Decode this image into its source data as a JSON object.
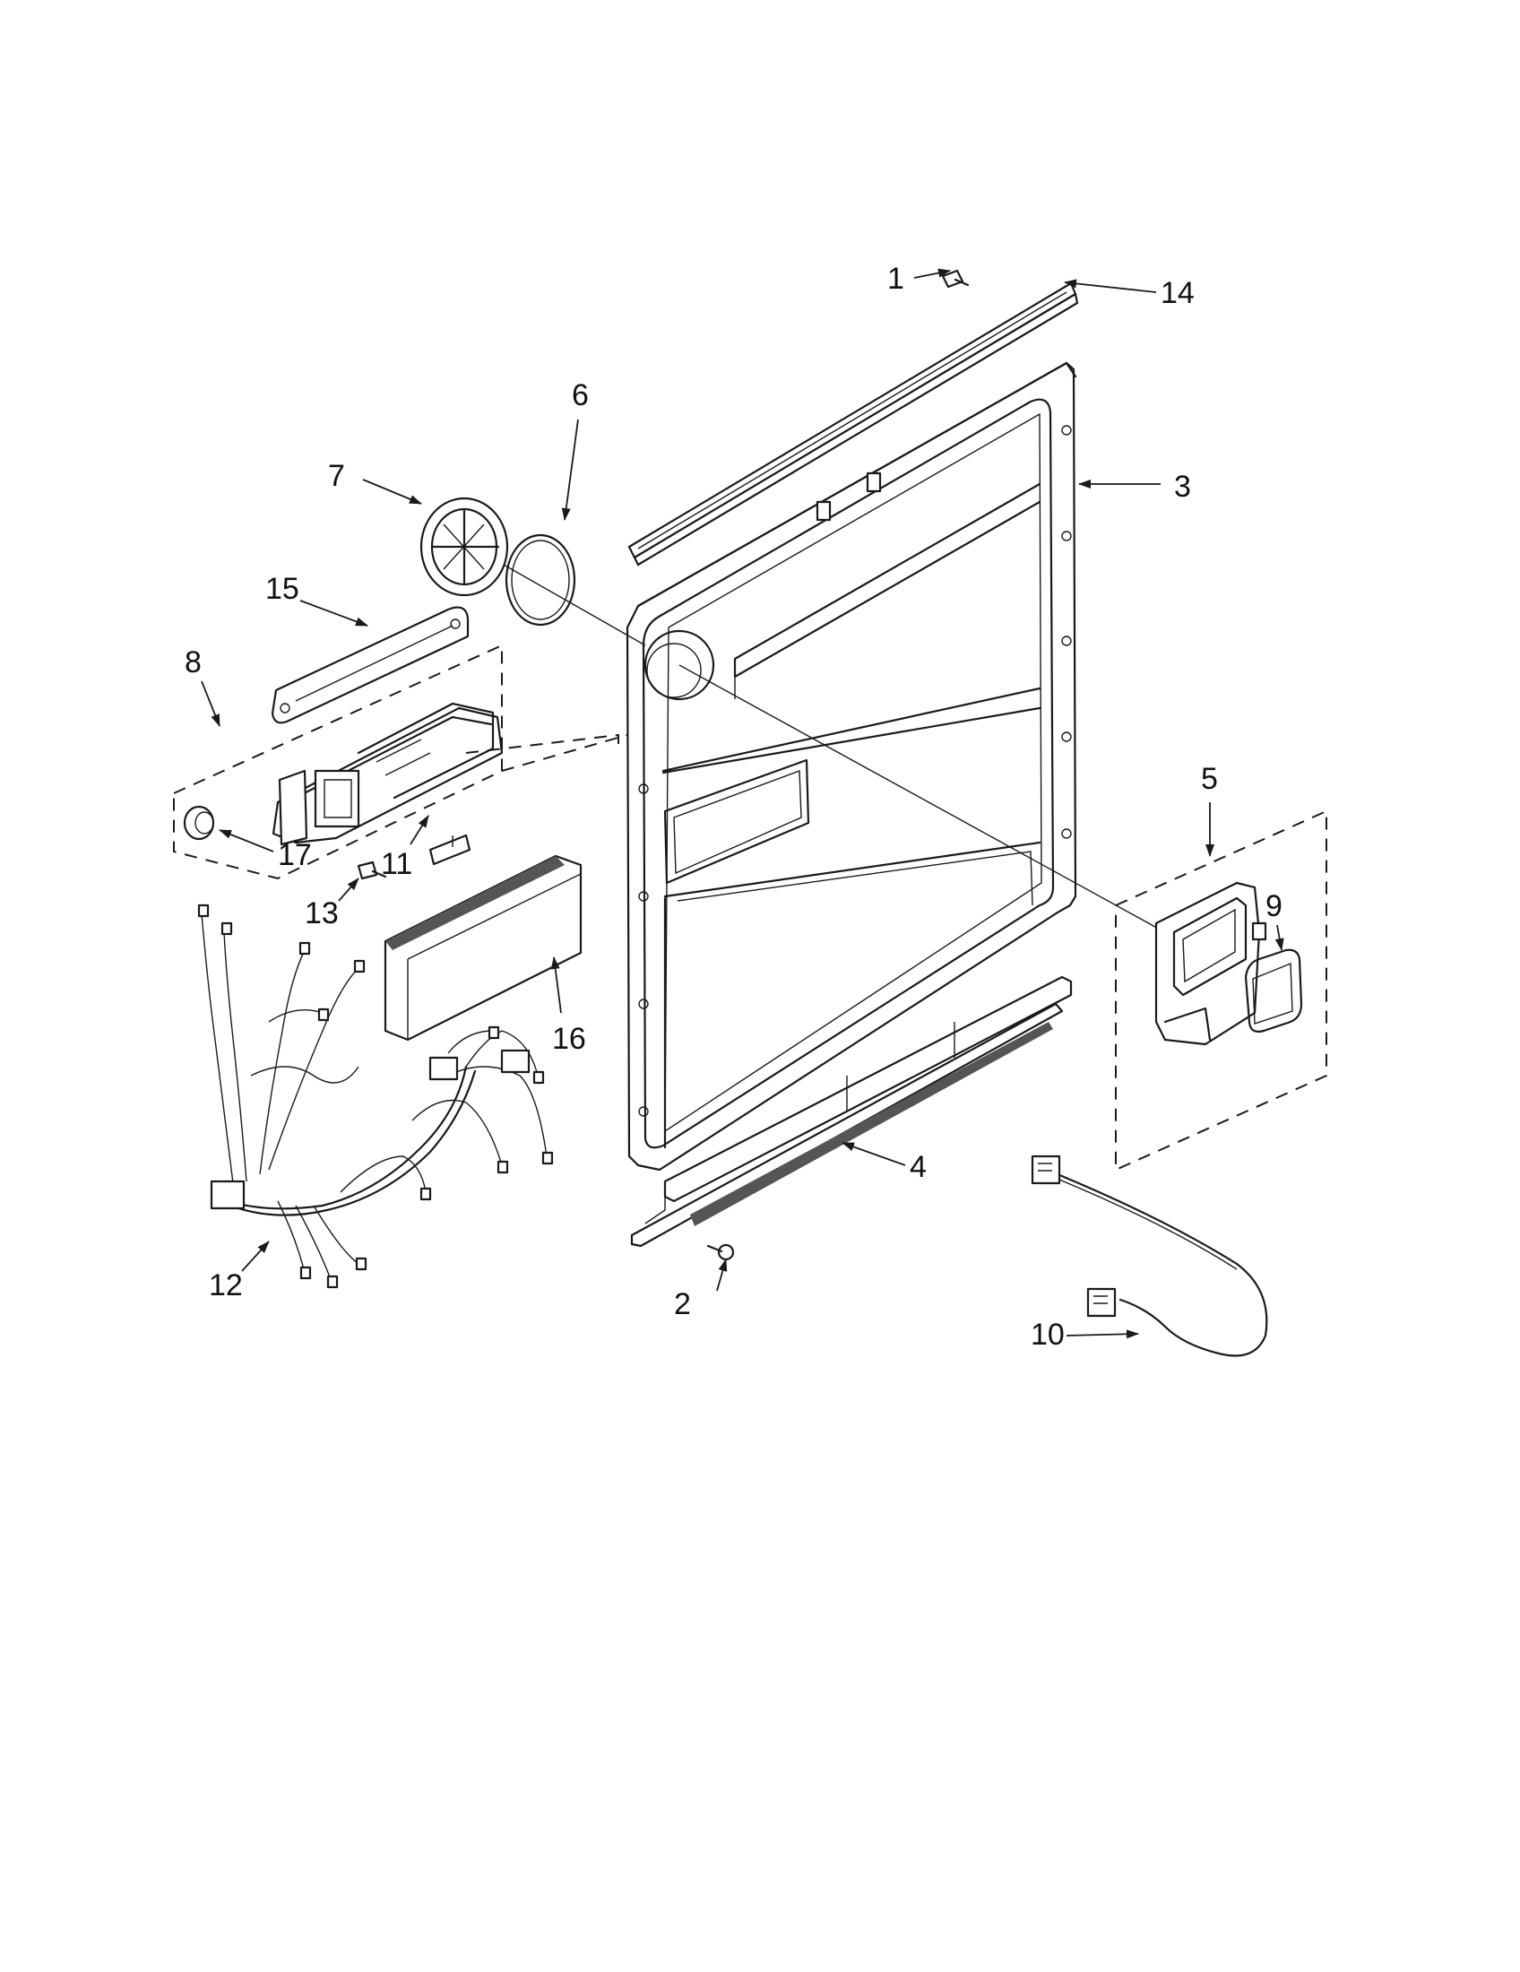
{
  "callouts": [
    {
      "id": "1",
      "text": "1"
    },
    {
      "id": "2",
      "text": "2"
    },
    {
      "id": "3",
      "text": "3"
    },
    {
      "id": "4",
      "text": "4"
    },
    {
      "id": "5",
      "text": "5"
    },
    {
      "id": "6",
      "text": "6"
    },
    {
      "id": "7",
      "text": "7"
    },
    {
      "id": "8",
      "text": "8"
    },
    {
      "id": "9",
      "text": "9"
    },
    {
      "id": "10",
      "text": "10"
    },
    {
      "id": "11",
      "text": "11"
    },
    {
      "id": "12",
      "text": "12"
    },
    {
      "id": "13",
      "text": "13"
    },
    {
      "id": "14",
      "text": "14"
    },
    {
      "id": "15",
      "text": "15"
    },
    {
      "id": "16",
      "text": "16"
    },
    {
      "id": "17",
      "text": "17"
    }
  ],
  "colors": {
    "ink": "#1a1a1a",
    "background": "#ffffff"
  }
}
